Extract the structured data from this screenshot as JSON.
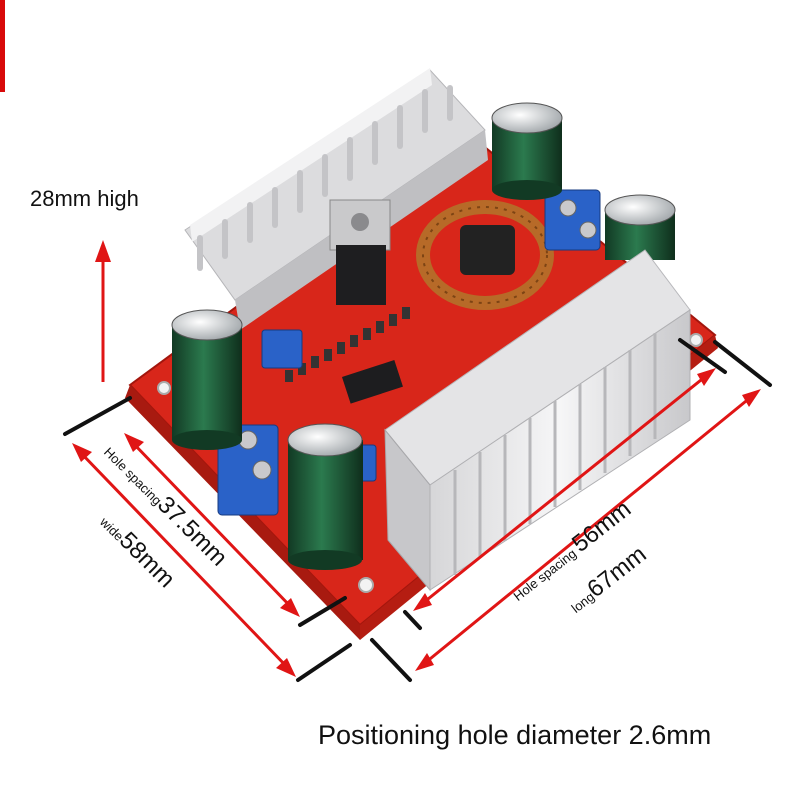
{
  "annotations": {
    "height_label": "28mm high",
    "hole_spacing_short_prefix": "Hole spacing",
    "hole_spacing_short_value": "37.5mm",
    "width_prefix": "wide",
    "width_value": "58mm",
    "hole_spacing_long_prefix": "Hole spacing ",
    "hole_spacing_long_value": "56mm",
    "length_prefix": "long",
    "length_value": "67mm",
    "hole_diameter_caption": "Positioning hole diameter 2.6mm"
  },
  "colors": {
    "arrow": "#e01515",
    "pcb": "#d8261a",
    "heatsink": "#e9e9ea",
    "capacitor": "#1e5a38",
    "terminal": "#2a62c8",
    "coil": "#b76a28",
    "corner_mark": "#d80a0a"
  }
}
